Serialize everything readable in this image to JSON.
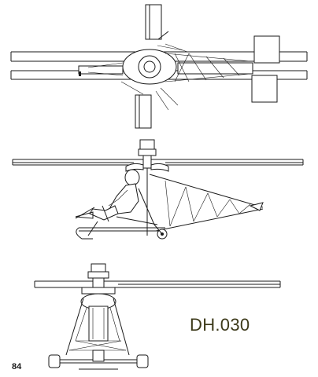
{
  "drawing": {
    "model_designation": "DH.030",
    "page_number": "84",
    "views": [
      "top-view",
      "side-view",
      "front-view"
    ],
    "line_color": "#1a1a1a",
    "label_color": "#3d3a1a"
  }
}
